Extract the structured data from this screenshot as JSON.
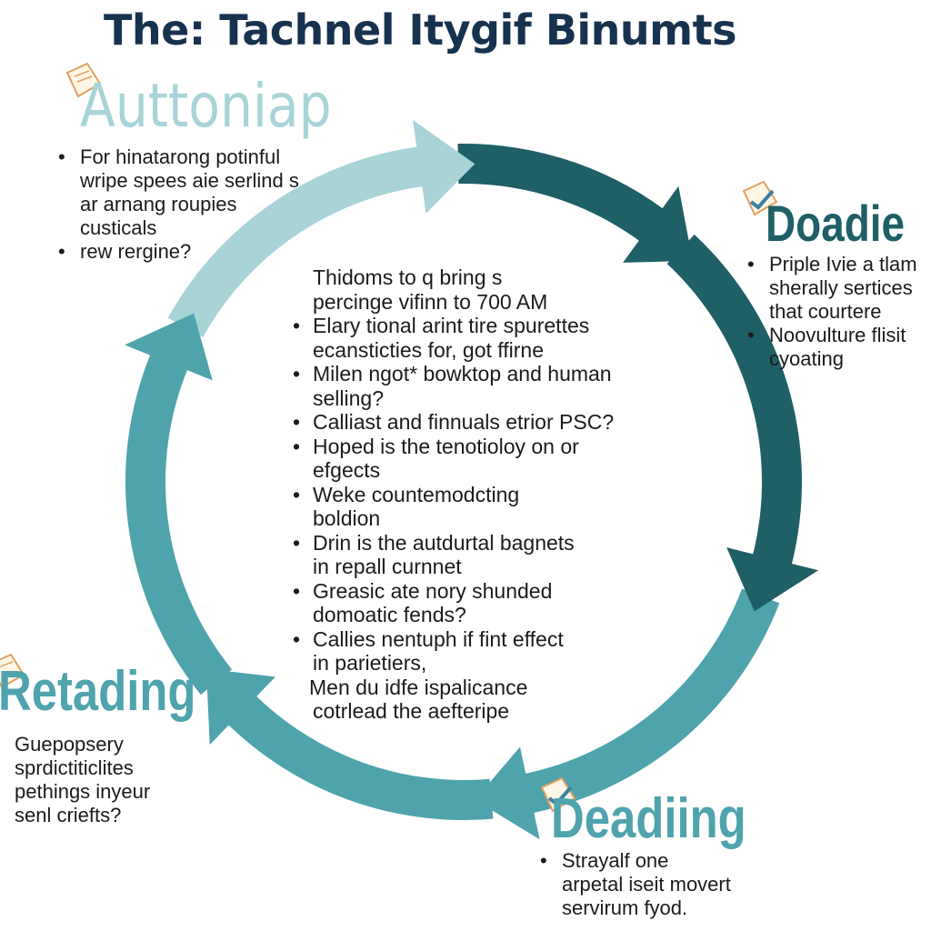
{
  "title": "The: Tachnel Itygif Binumts",
  "colors": {
    "title": "#16324f",
    "dark_teal": "#1f5f66",
    "mid_teal": "#4fa3ad",
    "light_teal": "#a8d4d8"
  },
  "stages": {
    "top_left": {
      "heading": "Auttoniap",
      "icon": "document-icon",
      "lines": [
        {
          "bullet": true,
          "text": "For hinatarong potinful"
        },
        {
          "bullet": false,
          "text": "wripe spees aie serlind s"
        },
        {
          "bullet": false,
          "text": "ar arnang roupies"
        },
        {
          "bullet": false,
          "text": "custicals"
        },
        {
          "bullet": true,
          "text": "rew rergine?"
        }
      ]
    },
    "right": {
      "heading": "Doadie",
      "icon": "document-check-icon",
      "lines": [
        {
          "bullet": true,
          "text": "Priple Ivie a tlam"
        },
        {
          "bullet": false,
          "text": "sherally sertices"
        },
        {
          "bullet": false,
          "text": "that courtere"
        },
        {
          "bullet": true,
          "text": "Noovulture flisit"
        },
        {
          "bullet": false,
          "text": "cyoating"
        }
      ]
    },
    "left": {
      "heading": "Retading",
      "icon": "document-icon",
      "lines": [
        {
          "bullet": true,
          "text": "Guepopsery"
        },
        {
          "bullet": false,
          "text": "sprdictiticlites"
        },
        {
          "bullet": false,
          "text": "pethings inyeur"
        },
        {
          "bullet": false,
          "text": "senl criefts?"
        }
      ]
    },
    "bottom": {
      "heading": "Deadiing",
      "icon": "document-check-icon",
      "lines": [
        {
          "bullet": true,
          "text": "Strayalf one"
        },
        {
          "bullet": false,
          "text": "arpetal iseit movert"
        },
        {
          "bullet": false,
          "text": "servirum fyod."
        }
      ]
    }
  },
  "center": {
    "intro": [
      "Thidoms to q bring s",
      "percinge vifinn to 700 AM"
    ],
    "items": [
      [
        "Elary tional arint tire spurettes",
        "ecansticties for, got ffirne"
      ],
      [
        "Milen ngot* bowktop and human",
        "selling?"
      ],
      [
        "Calliast and finnuals etrior PSC?"
      ],
      [
        "Hoped is the tenotioloy on or",
        "efgects"
      ],
      [
        "Weke countemodcting",
        "boldion"
      ],
      [
        "Drin is the autdurtal bagnets",
        "in repall curnnet"
      ],
      [
        "Greasic ate nory shunded",
        "domoatic fends?"
      ],
      [
        "Callies nentuph if fint effect",
        "in parietiers,"
      ]
    ],
    "outro": [
      "Men du idfe ispalicance",
      "cotrlead the aefteripe"
    ]
  }
}
